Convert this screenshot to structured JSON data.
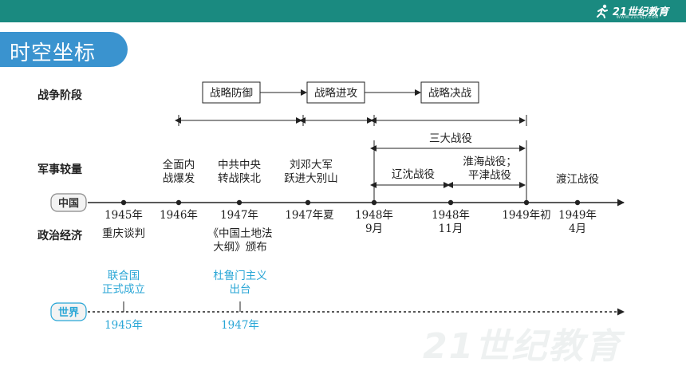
{
  "header": {
    "brand": "21世纪教育",
    "brand_sub": "WWW.21CNJY.COM"
  },
  "title": "时空坐标",
  "rows": {
    "stage": "战争阶段",
    "military": "军事较量",
    "politics": "政治经济"
  },
  "pills": {
    "china": "中国",
    "world": "世界"
  },
  "stages": [
    "战略防御",
    "战略进攻",
    "战略决战"
  ],
  "three_campaigns": "三大战役",
  "campaigns": {
    "liaoshen": "辽沈战役",
    "huaihai_1": "淮海战役；",
    "huaihai_2": "平津战役",
    "dujiang": "渡江战役"
  },
  "events_above": {
    "e1946_1": "全面内",
    "e1946_2": "战爆发",
    "e1947_1": "中共中央",
    "e1947_2": "转战陕北",
    "e1947s_1": "刘邓大军",
    "e1947s_2": "跃进大别山"
  },
  "dates": {
    "d1945": "1945年",
    "d1946": "1946年",
    "d1947": "1947年",
    "d1947s": "1947年夏",
    "d1948a_1": "1948年",
    "d1948a_2": "9月",
    "d1948b_1": "1948年",
    "d1948b_2": "11月",
    "d1949a": "1949年初",
    "d1949b_1": "1949年",
    "d1949b_2": "4月"
  },
  "politics_events": {
    "p1945": "重庆谈判",
    "p1947_1": "《中国土地法",
    "p1947_2": "大纲》颁布"
  },
  "world_events": {
    "w1945_1": "联合国",
    "w1945_2": "正式成立",
    "w1947_1": "杜鲁门主义",
    "w1947_2": "出台",
    "wd1945": "1945年",
    "wd1947": "1947年"
  },
  "watermark": "21世纪教育",
  "colors": {
    "topbar": "#1a8a80",
    "title_tab": "#3a93cf",
    "world": "#29a6d6",
    "axis": "#222222"
  }
}
